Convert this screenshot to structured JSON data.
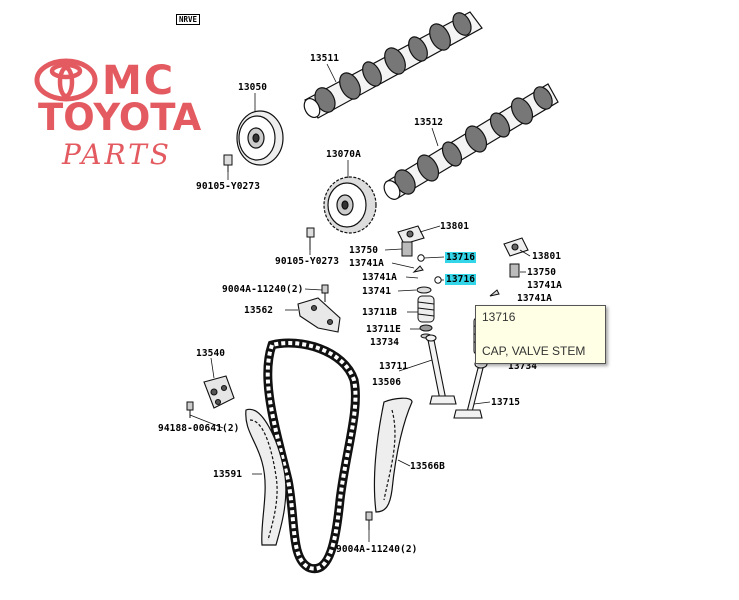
{
  "brand": {
    "line1": "MC",
    "line2": "TOYOTA",
    "line3": "PARTS",
    "color": "#e35a60"
  },
  "corner_tag": "NRVE",
  "highlight_color": "#33d6e8",
  "labels": {
    "p13511": "13511",
    "p13050": "13050",
    "p13512": "13512",
    "p90105_top": "90105-Y0273",
    "p13070A": "13070A",
    "p13801_left": "13801",
    "p90105_mid": "90105-Y0273",
    "p13750_left": "13750",
    "p13716_a": "13716",
    "p13741A_left": "13741A",
    "p13741A_left2": "13741A",
    "p13716_b": "13716",
    "p13801_right": "13801",
    "p13750_right": "13750",
    "p13741A_right": "13741A",
    "p13741A_right2": "13741A",
    "p9004A_top": "9004A-11240(2)",
    "p13741": "13741",
    "p13562": "13562",
    "p13711B": "13711B",
    "p13711E": "13711E",
    "p13734_left": "13734",
    "p13540": "13540",
    "p13711": "13711",
    "p13506": "13506",
    "p13734_right": "13734",
    "p13715": "13715",
    "p94188": "94188-00641(2)",
    "p13566B": "13566B",
    "p13591": "13591",
    "p9004A_bottom": "9004A-11240(2)"
  },
  "tooltip": {
    "part_number": "13716",
    "description": "CAP, VALVE STEM"
  }
}
